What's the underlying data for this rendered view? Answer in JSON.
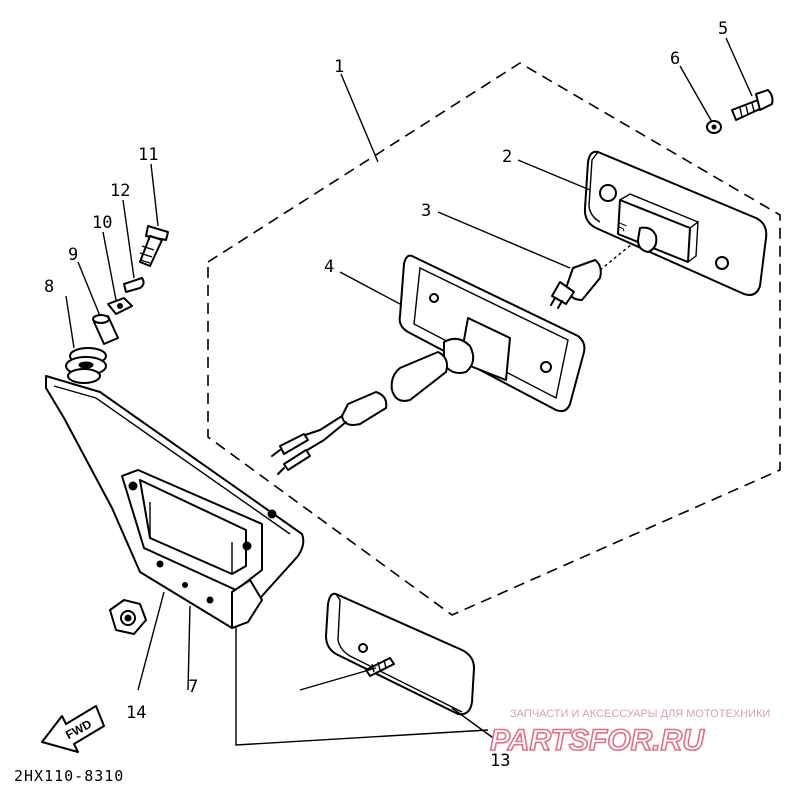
{
  "diagram": {
    "callouts": [
      {
        "id": "1",
        "label": "1"
      },
      {
        "id": "2",
        "label": "2"
      },
      {
        "id": "3",
        "label": "3"
      },
      {
        "id": "4",
        "label": "4"
      },
      {
        "id": "5",
        "label": "5"
      },
      {
        "id": "6",
        "label": "6"
      },
      {
        "id": "7",
        "label": "7"
      },
      {
        "id": "8",
        "label": "8"
      },
      {
        "id": "9",
        "label": "9"
      },
      {
        "id": "10",
        "label": "10"
      },
      {
        "id": "11",
        "label": "11"
      },
      {
        "id": "12",
        "label": "12"
      },
      {
        "id": "13",
        "label": "13"
      },
      {
        "id": "14",
        "label": "14"
      }
    ],
    "fwd_label": "FWD",
    "diagram_code": "2HX110-8310"
  },
  "watermark": {
    "tagline": "ЗАПЧАСТИ И АКСЕССУАРЫ ДЛЯ МОТОТЕХНИКИ",
    "brand": "PARTSFOR.RU",
    "color": "#e06f8a"
  }
}
